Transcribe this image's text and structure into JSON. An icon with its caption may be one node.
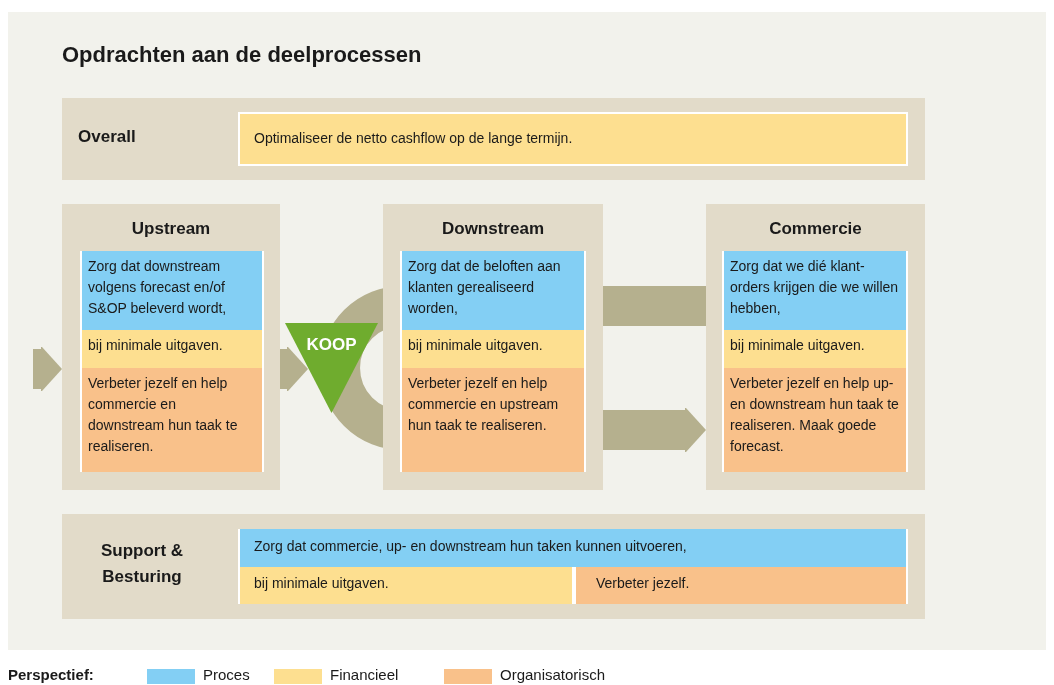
{
  "diagram": {
    "title": "Opdrachten aan de deelprocessen",
    "nodes": [
      {
        "text": [
          "Overall"
        ]
      },
      {
        "text": [
          "Optimaliseer de netto cashflow op de lange termijn."
        ],
        "in": 0
      },
      {
        "text": [
          "Upstream"
        ]
      },
      {
        "text": [
          "Zorg dat downstream volgens forecast en/of S&OP beleverd wordt,"
        ],
        "in": 2
      },
      {
        "text": [
          "bij minimale uitgaven."
        ],
        "in": 2
      },
      {
        "text": [
          "Verbeter jezelf en help commercie en downstream hun taak te realiseren."
        ],
        "in": 2
      },
      {
        "text": [
          "Downstream"
        ]
      },
      {
        "text": [
          "Zorg dat de beloften aan klanten gerealiseerd worden,"
        ],
        "in": 6
      },
      {
        "text": [
          "bij minimale uitgaven."
        ],
        "in": 6
      },
      {
        "text": [
          "Verbeter jezelf en help commercie en upstream hun taak te realiseren."
        ],
        "in": 6
      },
      {
        "text": [
          "Commercie"
        ]
      },
      {
        "text": [
          "Zorg dat we dié klant-orders krijgen die we willen hebben,"
        ],
        "in": 10
      },
      {
        "text": [
          "bij minimale uitgaven."
        ],
        "in": 10
      },
      {
        "text": [
          "Verbeter jezelf en help up- en downstream hun taak te realiseren. Maak goede forecast."
        ],
        "in": 10
      },
      {
        "text": [
          "Support & Besturing"
        ]
      },
      {
        "text": [
          "Zorg dat commercie, up- en downstream hun taken kunnen uitvoeren,"
        ],
        "in": 14
      },
      {
        "text": [
          "bij minimale uitgaven."
        ],
        "in": 14
      },
      {
        "text": [
          "Verbeter jezelf."
        ],
        "in": 14
      },
      {
        "text": [
          "KOOP"
        ]
      }
    ],
    "edges": [
      {
        "from": null,
        "to": 2,
        "arrow": "to"
      },
      {
        "from": 2,
        "to": 18,
        "arrow": "to"
      },
      {
        "from": 10,
        "to": 6,
        "arrow": "none"
      },
      {
        "from": 6,
        "to": 10,
        "arrow": "to"
      }
    ],
    "labels": [
      "Perspectief:"
    ],
    "legend": [
      {
        "text": "Proces",
        "color": "#83cff4"
      },
      {
        "text": "Financieel",
        "color": "#fddf90"
      },
      {
        "text": "Organisatorisch",
        "color": "#f9c18a"
      }
    ]
  }
}
